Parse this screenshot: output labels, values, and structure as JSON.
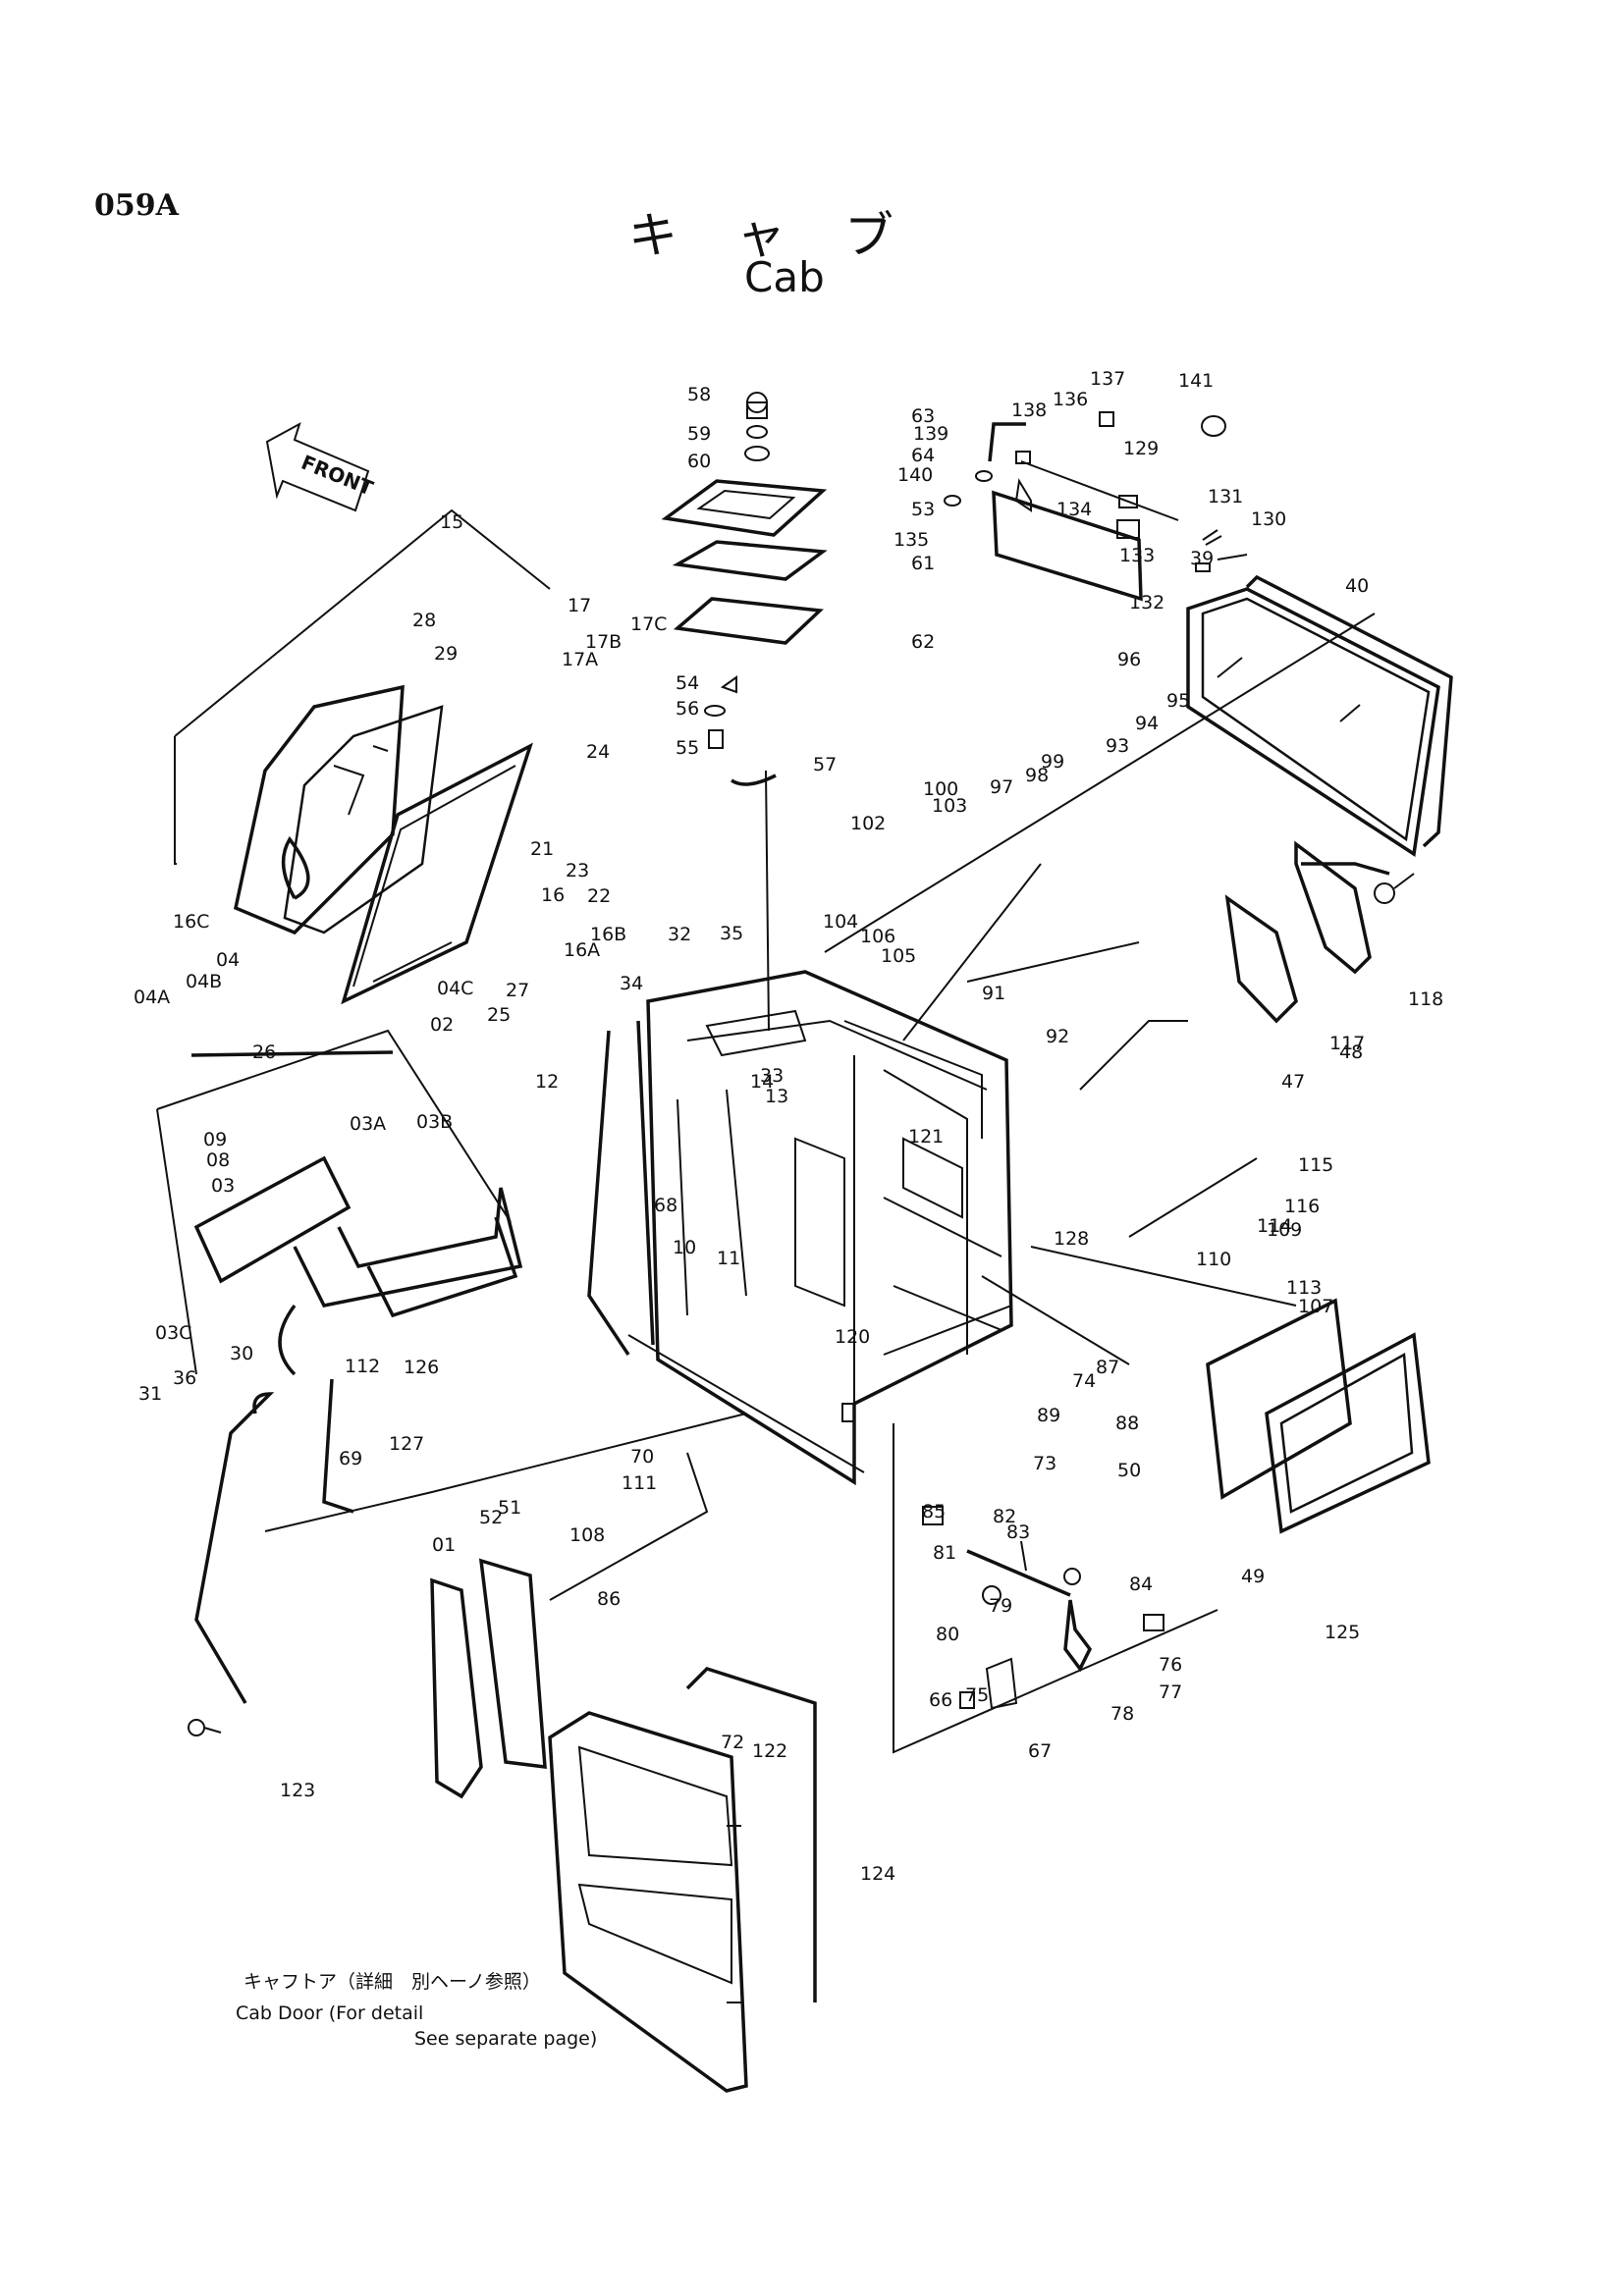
{
  "header": {
    "page_code": "059A",
    "title_jp": "キャブ",
    "title_en": "Cab"
  },
  "front_marker": "FRONT",
  "door_note": {
    "jp": "キャフトア（詳細　別ヘーノ参照）",
    "en_line1": "Cab Door (For detail",
    "en_line2": "See separate page)"
  },
  "callouts": [
    "58",
    "59",
    "60",
    "63",
    "64",
    "53",
    "61",
    "62",
    "54",
    "56",
    "55",
    "57",
    "139",
    "140",
    "135",
    "138",
    "136",
    "137",
    "141",
    "129",
    "131",
    "130",
    "134",
    "133",
    "132",
    "39",
    "40",
    "96",
    "95",
    "94",
    "93",
    "99",
    "98",
    "97",
    "100",
    "103",
    "102",
    "104",
    "106",
    "105",
    "91",
    "92",
    "118",
    "117",
    "48",
    "47",
    "15",
    "17",
    "17A",
    "17B",
    "17C",
    "28",
    "29",
    "24",
    "21",
    "23",
    "22",
    "16",
    "16A",
    "16B",
    "16C",
    "04",
    "04A",
    "04B",
    "04C",
    "02",
    "25",
    "27",
    "26",
    "09",
    "08",
    "03",
    "03A",
    "03B",
    "03C",
    "30",
    "36",
    "31",
    "32",
    "35",
    "34",
    "33",
    "13",
    "14",
    "12",
    "68",
    "11",
    "10",
    "121",
    "128",
    "115",
    "116",
    "114",
    "109",
    "110",
    "107",
    "113",
    "120",
    "87",
    "74",
    "73",
    "89",
    "88",
    "50",
    "49",
    "125",
    "112",
    "126",
    "127",
    "69",
    "70",
    "111",
    "51",
    "52",
    "108",
    "01",
    "86",
    "81",
    "85",
    "82",
    "83",
    "84",
    "79",
    "80",
    "76",
    "77",
    "78",
    "75",
    "66",
    "67",
    "72",
    "122",
    "124",
    "123"
  ]
}
